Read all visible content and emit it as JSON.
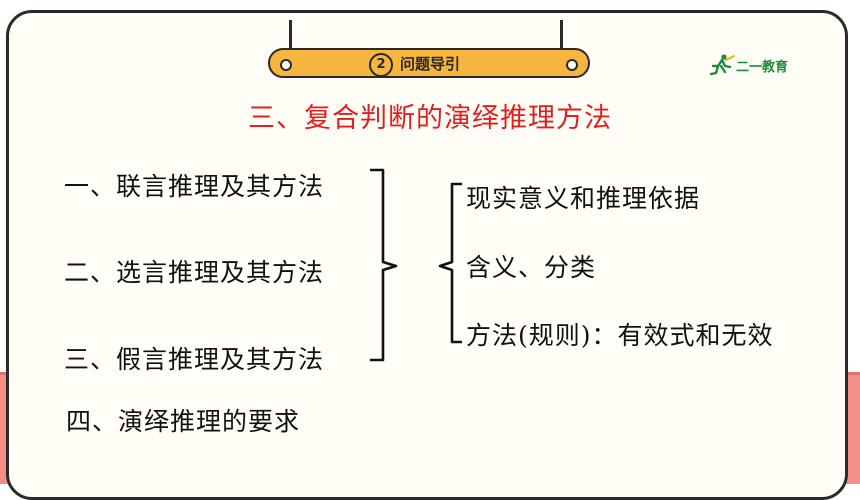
{
  "header": {
    "step_number": "2",
    "step_label": "问题导引"
  },
  "logo": {
    "text": "二一教育",
    "icon": "runner-logo-icon"
  },
  "title": "三、复合判断的演绎推理方法",
  "left_items": [
    "一、联言推理及其方法",
    "二、选言推理及其方法",
    "三、假言推理及其方法"
  ],
  "extra_item": "四、演绎推理的要求",
  "right_items": [
    "现实意义和推理依据",
    "含义、分类",
    "方法(规则)：有效式和无效"
  ],
  "colors": {
    "title": "#e02020",
    "pill": "#f5b53f",
    "band": "#f28f88",
    "logo": "#1f8a3a"
  }
}
